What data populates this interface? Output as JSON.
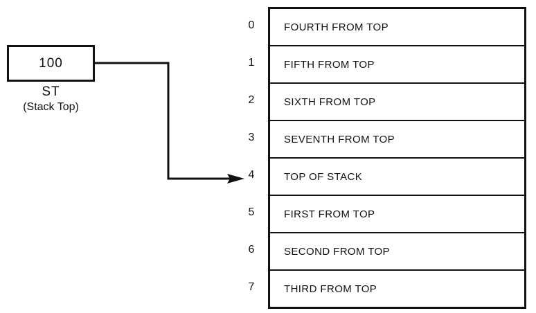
{
  "register": {
    "value": "100",
    "name": "ST",
    "description": "(Stack Top)"
  },
  "stack": {
    "rows": [
      {
        "index": "0",
        "label": "FOURTH FROM TOP"
      },
      {
        "index": "1",
        "label": "FIFTH FROM TOP"
      },
      {
        "index": "2",
        "label": "SIXTH FROM TOP"
      },
      {
        "index": "3",
        "label": "SEVENTH FROM TOP"
      },
      {
        "index": "4",
        "label": "TOP OF STACK"
      },
      {
        "index": "5",
        "label": "FIRST FROM TOP"
      },
      {
        "index": "6",
        "label": "SECOND FROM TOP"
      },
      {
        "index": "7",
        "label": "THIRD FROM TOP"
      }
    ],
    "pointed_row_index": "4"
  },
  "colors": {
    "ink": "#111111",
    "background": "#ffffff"
  }
}
